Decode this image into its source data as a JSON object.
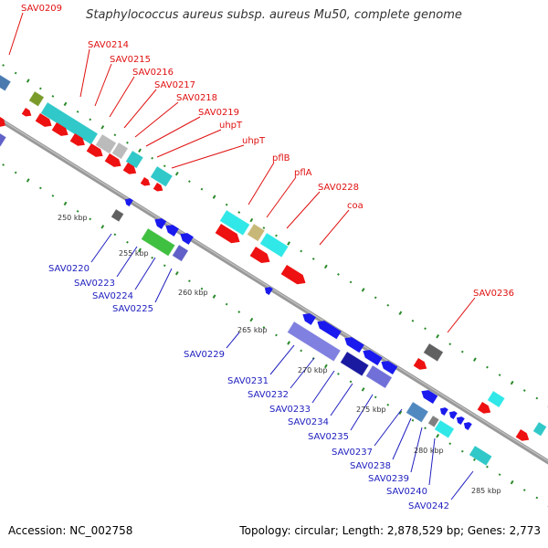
{
  "title": "Staphylococcus aureus subsp. aureus Mu50, complete genome",
  "accession": "Accession: NC_002758",
  "summary": "Topology: circular; Length: 2,878,529 bp; Genes: 2,773",
  "colors": {
    "forward_label": "#e01010",
    "reverse_label": "#2020c0",
    "forward_cds": "#ee1111",
    "reverse_cds": "#1a1aee",
    "backbone": "#999999",
    "tick": "#2a8a2a"
  },
  "scale_labels": [
    "250 kbp",
    "255 kbp",
    "260 kbp",
    "265 kbp",
    "270 kbp",
    "275 kbp",
    "280 kbp",
    "285 kbp"
  ],
  "forward_labels": [
    "SAV0209",
    "SAV0214",
    "SAV0215",
    "SAV0216",
    "SAV0217",
    "SAV0218",
    "SAV0219",
    "uhpT",
    "uhpT",
    "pflB",
    "pflA",
    "SAV0228",
    "coa",
    "SAV0236"
  ],
  "reverse_labels": [
    "SAV0220",
    "SAV0223",
    "SAV0224",
    "SAV0225",
    "SAV0229",
    "SAV0231",
    "SAV0232",
    "SAV0233",
    "SAV0234",
    "SAV0235",
    "SAV0237",
    "SAV0238",
    "SAV0239",
    "SAV0240",
    "SAV0242"
  ]
}
